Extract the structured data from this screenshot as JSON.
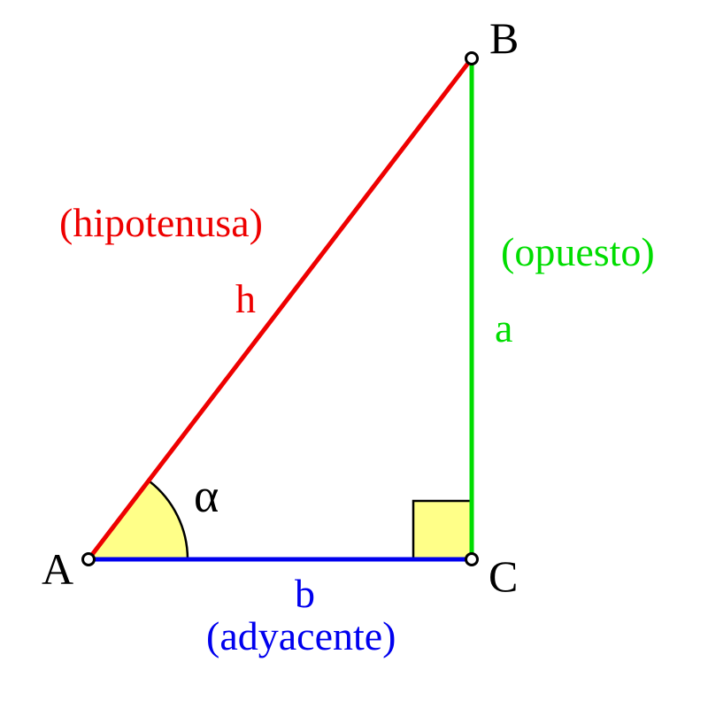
{
  "vertices": {
    "A": "A",
    "B": "B",
    "C": "C"
  },
  "sides": {
    "hypotenuse": {
      "symbol": "h",
      "name": "(hipotenusa)",
      "color": "#ee0000"
    },
    "opposite": {
      "symbol": "a",
      "name": "(opuesto)",
      "color": "#00dd00"
    },
    "adjacent": {
      "symbol": "b",
      "name": "(adyacente)",
      "color": "#0000ee"
    }
  },
  "angle": {
    "symbol": "α",
    "fill": "#ffff88"
  },
  "right_angle_fill": "#ffff88"
}
